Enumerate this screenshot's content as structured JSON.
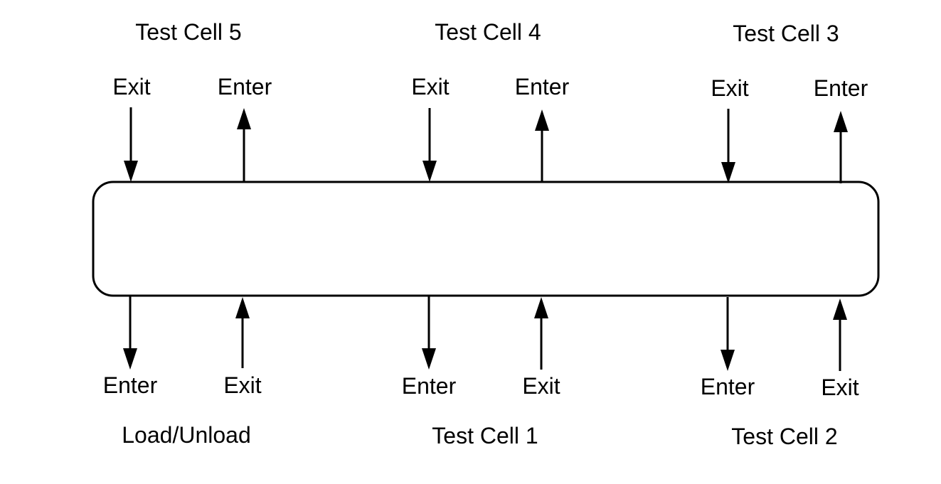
{
  "colors": {
    "stroke": "#000000",
    "background": "#ffffff"
  },
  "stations": {
    "top": [
      {
        "name": "Test Cell 5",
        "exit_label": "Exit",
        "enter_label": "Enter"
      },
      {
        "name": "Test Cell 4",
        "exit_label": "Exit",
        "enter_label": "Enter"
      },
      {
        "name": "Test Cell 3",
        "exit_label": "Exit",
        "enter_label": "Enter"
      }
    ],
    "bottom": [
      {
        "name": "Load/Unload",
        "enter_label": "Enter",
        "exit_label": "Exit"
      },
      {
        "name": "Test Cell 1",
        "enter_label": "Enter",
        "exit_label": "Exit"
      },
      {
        "name": "Test Cell 2",
        "enter_label": "Enter",
        "exit_label": "Exit"
      }
    ]
  }
}
